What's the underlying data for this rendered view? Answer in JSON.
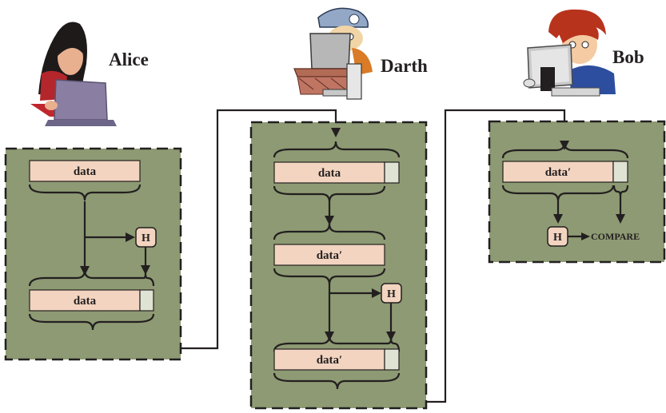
{
  "colors": {
    "panel_fill": "#8d9a73",
    "data_field_fill": "#f2d4c0",
    "hash_field_fill": "#dfe3d3",
    "line": "#231f20"
  },
  "people": {
    "alice": {
      "name": "Alice",
      "icon": "woman-laptop-icon"
    },
    "darth": {
      "name": "Darth",
      "icon": "hacker-computer-icon"
    },
    "bob": {
      "name": "Bob",
      "icon": "boy-computer-icon"
    }
  },
  "alice_panel": {
    "top_field": "data",
    "hash_label": "H",
    "bottom_field": "data"
  },
  "darth_panel": {
    "received_field": "data",
    "modified_field": "data′",
    "hash_label": "H",
    "forwarded_field": "data′"
  },
  "bob_panel": {
    "received_field": "data′",
    "hash_label": "H",
    "compare_label": "COMPARE"
  }
}
